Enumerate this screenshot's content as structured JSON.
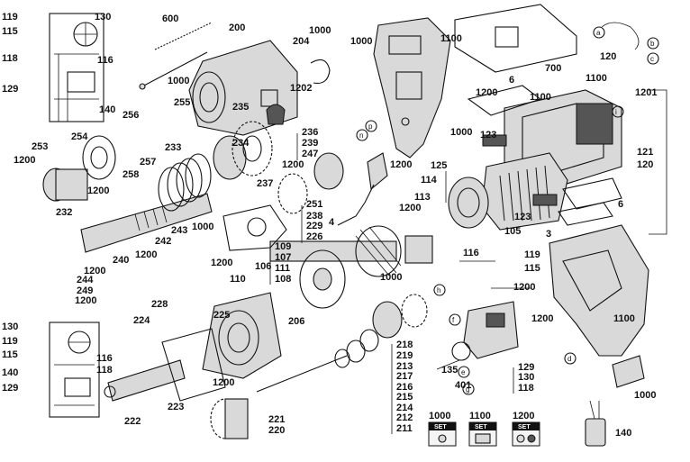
{
  "part_labels": [
    "119",
    "130",
    "115",
    "118",
    "116",
    "129",
    "140",
    "600",
    "200",
    "1000",
    "204",
    "1000",
    "1000",
    "1100",
    "700",
    "1000",
    "1202",
    "255",
    "256",
    "235",
    "234",
    "236",
    "239",
    "247",
    "1200",
    "233",
    "257",
    "253",
    "254",
    "1200",
    "258",
    "1200",
    "232",
    "237",
    "251",
    "238",
    "229",
    "226",
    "109",
    "107",
    "106",
    "111",
    "108",
    "110",
    "224",
    "225",
    "206",
    "243",
    "1000",
    "242",
    "240",
    "1200",
    "244",
    "249",
    "1200",
    "228",
    "1200",
    "1200",
    "6",
    "1100",
    "123",
    "125",
    "114",
    "113",
    "1200",
    "105",
    "123",
    "3",
    "6",
    "1201",
    "120",
    "121",
    "120",
    "1100",
    "1100",
    "116",
    "119",
    "115",
    "1200",
    "1200",
    "135",
    "129",
    "130",
    "118",
    "401",
    "218",
    "219",
    "213",
    "217",
    "216",
    "215",
    "214",
    "212",
    "211",
    "221",
    "220",
    "223",
    "222",
    "130",
    "119",
    "115",
    "116",
    "140",
    "118",
    "129",
    "1000",
    "140",
    "4",
    "1200",
    "1000",
    "1200",
    "1200"
  ],
  "connector_refs": [
    "a",
    "b",
    "c",
    "d",
    "e",
    "f",
    "g",
    "h",
    "i",
    "n",
    "p"
  ],
  "service_sets": [
    {
      "number": "1000",
      "tag": "SET"
    },
    {
      "number": "1100",
      "tag": "SET"
    },
    {
      "number": "1200",
      "tag": "SET"
    }
  ]
}
